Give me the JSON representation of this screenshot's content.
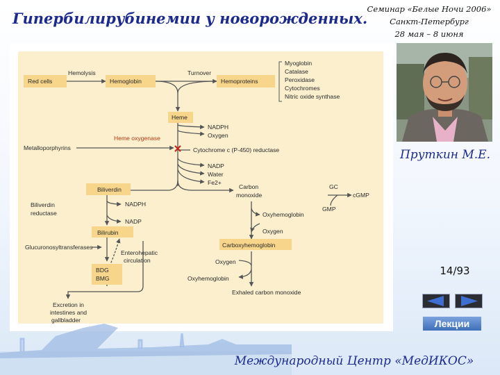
{
  "slide": {
    "title": "Гипербилирубинемии у новорожденных.",
    "seminar": {
      "line1": "Семинар «Белые Ночи 2006»",
      "line2": "Санкт-Петербург",
      "line3": "28 мая – 8 июня"
    },
    "author": "Пруткин М.Е.",
    "page_number": "14/93",
    "footer": "Международный Центр «МедИКОС»"
  },
  "navigation": {
    "prev_icon": "arrow-left-icon",
    "next_icon": "arrow-right-icon",
    "lectures_label": "Лекции"
  },
  "diagram": {
    "labels": {
      "red_cells": "Red cells",
      "hemolysis": "Hemolysis",
      "hemoglobin": "Hemoglobin",
      "turnover": "Turnover",
      "hemoproteins": "Hemoproteins",
      "myoglobin": "Myoglobin",
      "catalase": "Catalase",
      "peroxidase": "Peroxidase",
      "cytochromes": "Cytochromes",
      "nitric_oxide_synthase": "Nitric oxide synthase",
      "heme": "Heme",
      "nadph_1": "NADPH",
      "oxygen_1": "Oxygen",
      "heme_oxygenase": "Heme oxygenase",
      "metalloporphyrins": "Metalloporphyrins",
      "cytochrome_reductase": "Cytochrome c (P-450) reductase",
      "nadp_1": "NADP",
      "water": "Water",
      "fe2": "Fe2+",
      "biliverdin": "Biliverdin",
      "carbon_monoxide_1": "Carbon",
      "carbon_monoxide_2": "monoxide",
      "gc": "GC",
      "cgmp": "cGMP",
      "gmp": "GMP",
      "biliverdin_reductase_1": "Biliverdin",
      "biliverdin_reductase_2": "reductase",
      "nadph_2": "NADPH",
      "nadp_2": "NADP",
      "oxyhemoglobin_1": "Oxyhemoglobin",
      "oxygen_2": "Oxygen",
      "bilirubin": "Bilirubin",
      "glucuronosyltransferases": "Glucuronosyltransferases",
      "enterohepatic_1": "Enterohepatic",
      "enterohepatic_2": "circulation",
      "carboxyhemoglobin": "Carboxyhemoglobin",
      "bdg": "BDG",
      "bmg": "BMG",
      "oxygen_3": "Oxygen",
      "oxyhemoglobin_2": "Oxyhemoglobin",
      "exhaled_co": "Exhaled carbon monoxide",
      "excretion_1": "Excretion in",
      "excretion_2": "intestines and",
      "excretion_3": "gallbladder"
    },
    "colors": {
      "background": "#fbefce",
      "highlight": "#f7d58a",
      "enzyme_text": "#b53a14",
      "text": "#2a2a2a",
      "arrow": "#555555",
      "inhibitor": "#c0281c"
    }
  },
  "theme": {
    "title_color": "#1b2a8c"
  }
}
